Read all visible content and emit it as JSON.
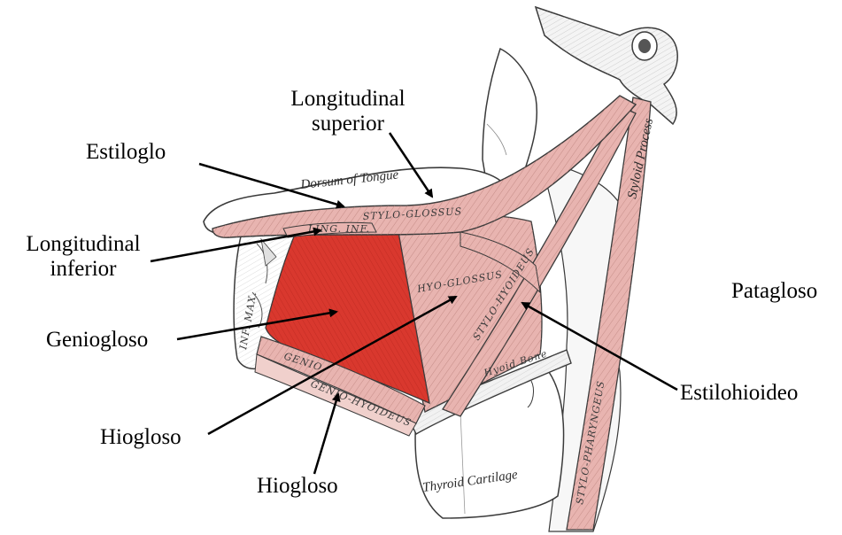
{
  "figure": {
    "labels": {
      "longitudinal_superior": [
        "Longitudinal",
        "superior"
      ],
      "estiloglo": "Estiloglo",
      "longitudinal_inferior": [
        "Longitudinal",
        "inferior"
      ],
      "geniogloso": "Geniogloso",
      "hiogloso_1": "Hiogloso",
      "hiogloso_2": "Hiogloso",
      "patagloso": "Patagloso",
      "estilohioideo": "Estilohioideo"
    },
    "engraved_text": {
      "dorsum": "Dorsum of Tongue",
      "styloglossus": "STYLO-GLOSSUS",
      "ling_inf": "LING. INF.",
      "hyoglossus": "HYO-GLOSSUS",
      "stylohyoideus": "STYLO-HYOIDEUS",
      "geniohyoideus": "GENIO-HYOIDEUS",
      "genio": "GENIO",
      "styloid": "Styloid Process",
      "thyroid": "Thyroid Cartilage",
      "stylopharyngeus": "STYLO-PHARYNGEUS",
      "hyoid": "Hyoid Bone",
      "inf_max": "INF. MAX."
    },
    "colors": {
      "muscle_pink": "#e8b4b0",
      "muscle_red": "#d9382e",
      "outline": "#3a3a3a"
    }
  }
}
